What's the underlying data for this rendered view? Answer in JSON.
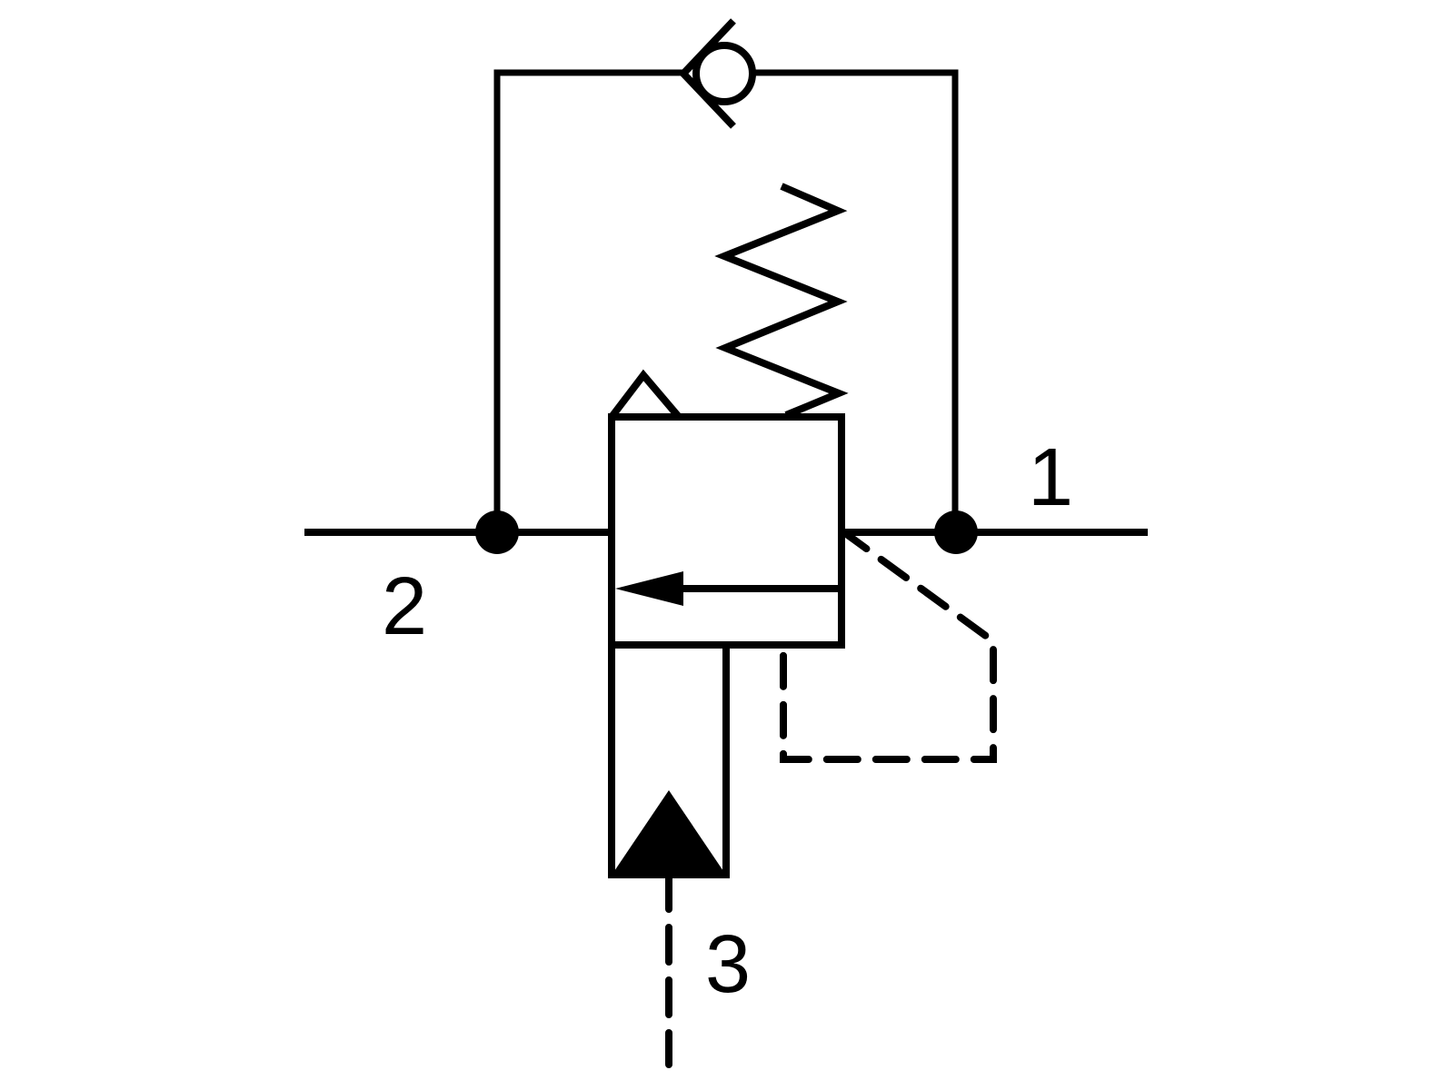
{
  "diagram": {
    "background_color": "#ffffff",
    "line_color": "#000000",
    "labels": {
      "port1": "1",
      "port2": "2",
      "port3": "3"
    }
  }
}
